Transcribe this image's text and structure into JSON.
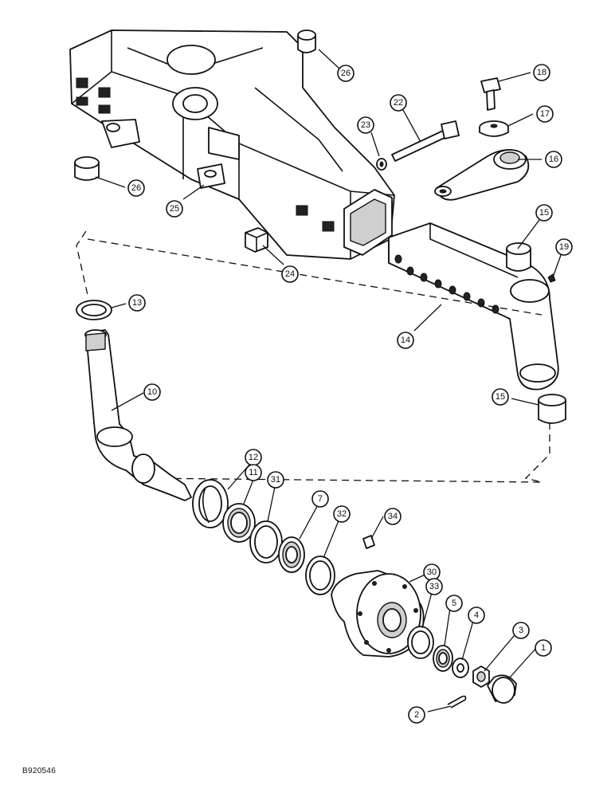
{
  "drawing_reference": "B920546",
  "callouts": [
    {
      "id": "c26a",
      "label": "26"
    },
    {
      "id": "c18",
      "label": "18"
    },
    {
      "id": "c22",
      "label": "22"
    },
    {
      "id": "c23",
      "label": "23"
    },
    {
      "id": "c17",
      "label": "17"
    },
    {
      "id": "c16",
      "label": "16"
    },
    {
      "id": "c26b",
      "label": "26"
    },
    {
      "id": "c25",
      "label": "25"
    },
    {
      "id": "c15a",
      "label": "15"
    },
    {
      "id": "c19",
      "label": "19"
    },
    {
      "id": "c24",
      "label": "24"
    },
    {
      "id": "c13",
      "label": "13"
    },
    {
      "id": "c14",
      "label": "14"
    },
    {
      "id": "c10",
      "label": "10"
    },
    {
      "id": "c15b",
      "label": "15"
    },
    {
      "id": "c12",
      "label": "12"
    },
    {
      "id": "c11",
      "label": "11"
    },
    {
      "id": "c31",
      "label": "31"
    },
    {
      "id": "c7",
      "label": "7"
    },
    {
      "id": "c32",
      "label": "32"
    },
    {
      "id": "c34",
      "label": "34"
    },
    {
      "id": "c30",
      "label": "30"
    },
    {
      "id": "c33",
      "label": "33"
    },
    {
      "id": "c5",
      "label": "5"
    },
    {
      "id": "c4",
      "label": "4"
    },
    {
      "id": "c3",
      "label": "3"
    },
    {
      "id": "c1",
      "label": "1"
    },
    {
      "id": "c2",
      "label": "2"
    }
  ]
}
